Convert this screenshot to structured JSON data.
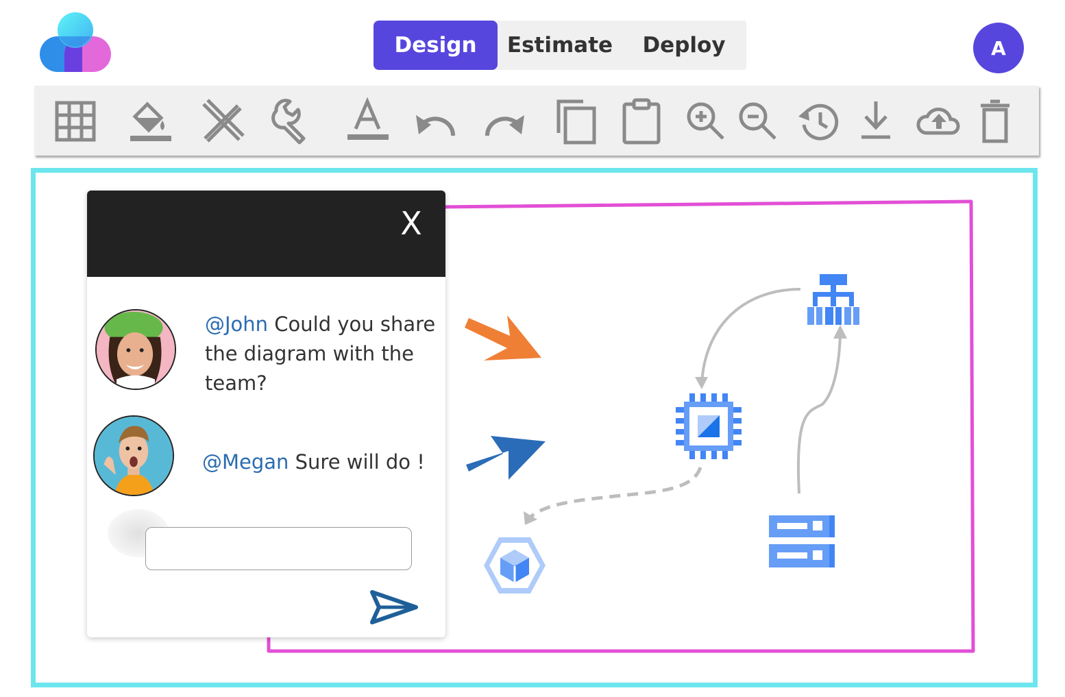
{
  "app": {
    "logo_icon": "cloud-logo-icon",
    "user_initial": "A",
    "accent_color": "#5746dd"
  },
  "tabs": [
    {
      "label": "Design",
      "active": true
    },
    {
      "label": "Estimate",
      "active": false
    },
    {
      "label": "Deploy",
      "active": false
    }
  ],
  "toolbar": {
    "icons": [
      "grid-icon",
      "paint-bucket-icon",
      "ruler-pencil-icon",
      "wrench-icon",
      "text-color-icon",
      "undo-icon",
      "redo-icon",
      "copy-icon",
      "paste-icon",
      "zoom-in-icon",
      "zoom-out-icon",
      "history-icon",
      "download-icon",
      "cloud-upload-icon",
      "delete-icon"
    ]
  },
  "chat": {
    "close_label": "X",
    "messages": [
      {
        "mention": "@John",
        "text": " Could you share the diagram with the team?"
      },
      {
        "mention": "@Megan",
        "text": " Sure will do !"
      }
    ],
    "input_value": "",
    "send_icon": "send-icon"
  },
  "diagram": {
    "nodes": [
      "load-balancer-icon",
      "compute-engine-icon",
      "container-engine-icon",
      "storage-icon"
    ],
    "frame_color": "#e24fd6",
    "canvas_border_color": "#6ce6ec",
    "arrow_colors": [
      "#f07f36",
      "#2b6cb8"
    ]
  }
}
